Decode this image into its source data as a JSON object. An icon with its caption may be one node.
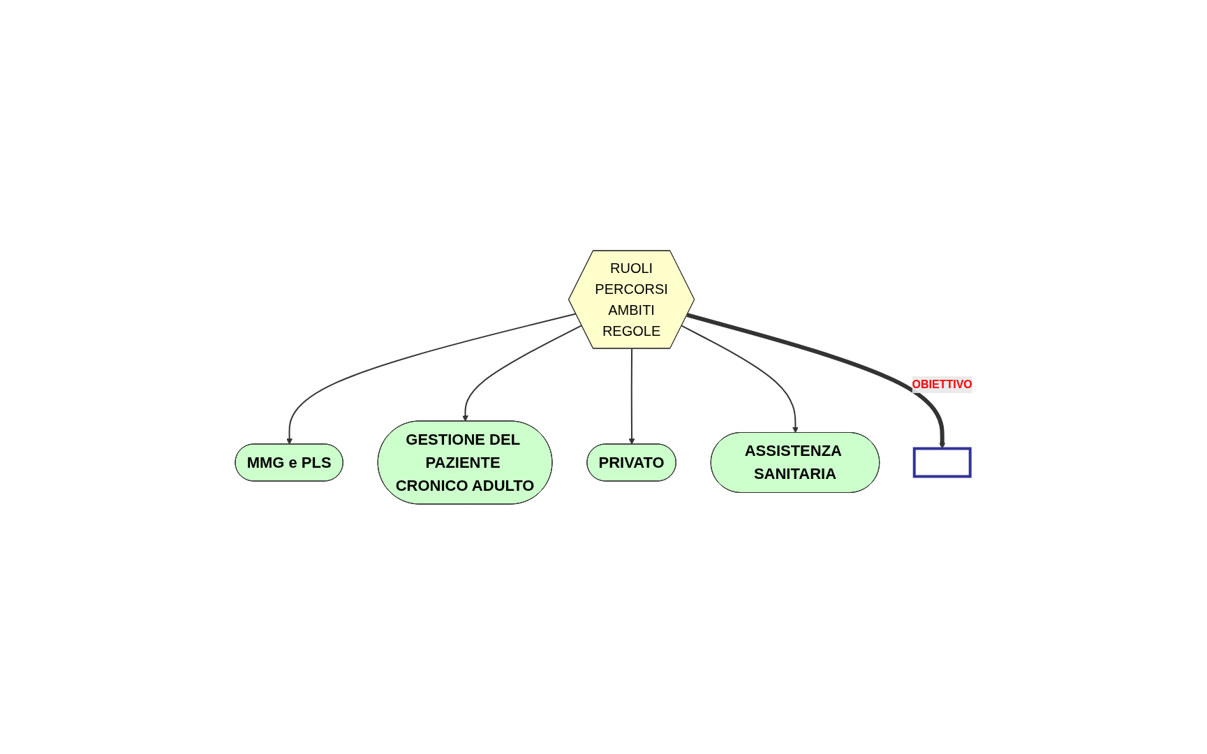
{
  "diagram": {
    "nodes": [
      {
        "text": [
          "MMG e PLS"
        ]
      },
      {
        "text": [
          "GESTIONE DEL PAZIENTE CRONICO ADULTO"
        ]
      },
      {
        "text": [
          "RUOLI",
          "PERCORSI",
          "AMBITI",
          "REGOLE"
        ]
      },
      {
        "text": [
          "PRIVATO"
        ]
      },
      {
        "text": [
          "ASSISTENZA SANITARIA"
        ]
      },
      {
        "text": [],
        "shape": "box"
      }
    ],
    "edges": [
      {
        "from": 2,
        "to": 0,
        "arrow": "to"
      },
      {
        "from": 2,
        "to": 1,
        "arrow": "to"
      },
      {
        "from": 2,
        "to": 3,
        "arrow": "to"
      },
      {
        "from": 2,
        "to": 4,
        "arrow": "to"
      },
      {
        "from": 2,
        "to": 5,
        "arrow": "to",
        "label": "OBIETTIVO",
        "style": "thick"
      }
    ]
  }
}
